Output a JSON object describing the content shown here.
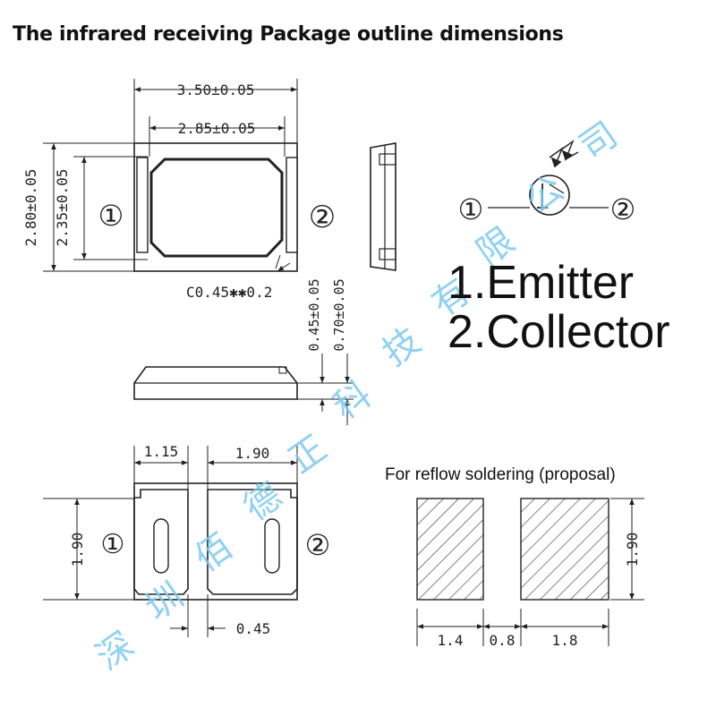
{
  "title": "The infrared receiving Package outline dimensions",
  "pins": {
    "emitter": "1.Emitter",
    "collector": "2.Collector",
    "pin1_marker": "①",
    "pin2_marker": "②"
  },
  "top_view": {
    "width_outer": "3.50±0.05",
    "width_inner": "2.85±0.05",
    "height_outer": "2.80±0.05",
    "height_inner": "2.35±0.05",
    "chamfer": "C0.45✱✱0.2"
  },
  "side_view": {
    "body_height": "0.45±0.05",
    "total_height": "0.70±0.05"
  },
  "bottom_view": {
    "pad1_width": "1.15",
    "pad2_width": "1.90",
    "pad_height": "1.90",
    "gap": "0.45"
  },
  "reflow": {
    "label": "For reflow soldering (proposal)",
    "pad1_width": "1.4",
    "gap": "0.8",
    "pad2_width": "1.8",
    "height": "1.90"
  },
  "watermark": [
    "深",
    "圳",
    "佰",
    "德",
    "正",
    "科",
    "技",
    "有",
    "限",
    "公",
    "司"
  ]
}
